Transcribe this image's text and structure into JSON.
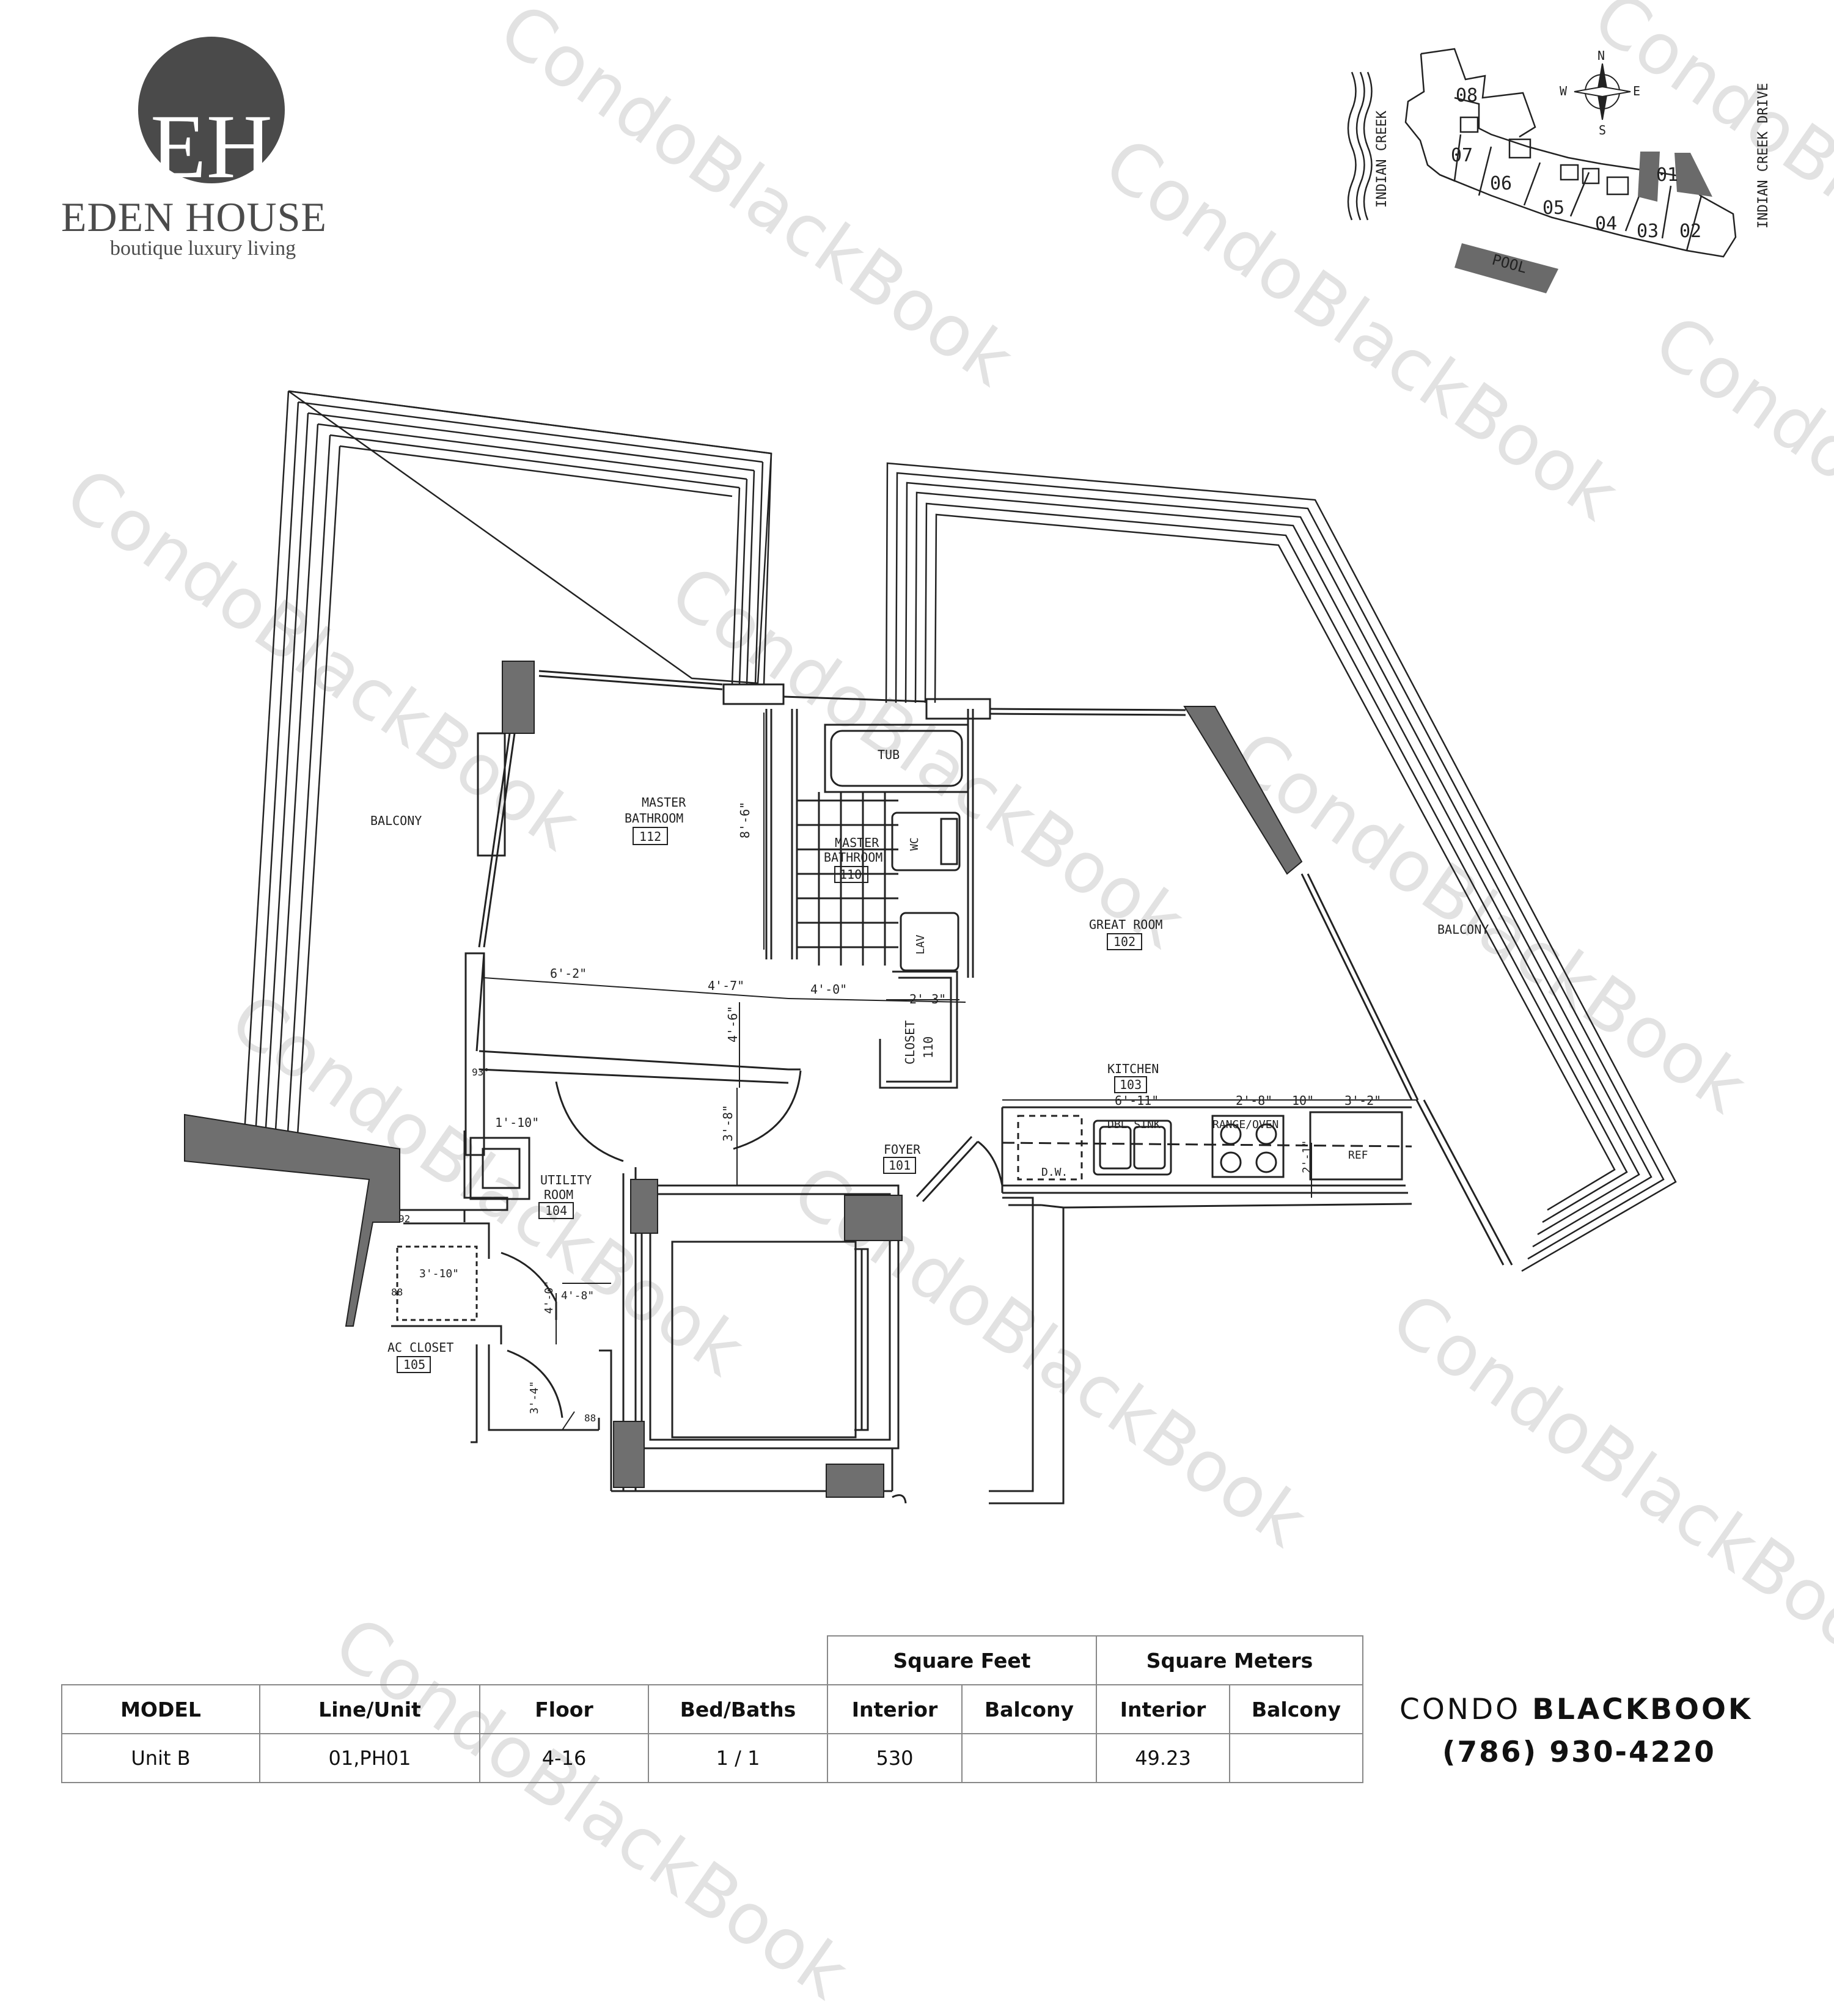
{
  "brand": {
    "monogram": "EH",
    "title": "EDEN HOUSE",
    "subtitle": "boutique luxury living"
  },
  "watermark": "CondoBlackBook",
  "keyplan": {
    "north": "N",
    "south": "S",
    "east": "E",
    "west": "W",
    "units": [
      "08",
      "07",
      "06",
      "05",
      "04",
      "03",
      "02",
      "01"
    ],
    "pool": "POOL",
    "left_street": "INDIAN CREEK",
    "right_street": "INDIAN CREEK DRIVE"
  },
  "rooms": {
    "balcony_left": "BALCONY",
    "balcony_right": "BALCONY",
    "master_bath_112": [
      "MASTER",
      "BATHROOM",
      "112"
    ],
    "master_bath_110": [
      "MASTER",
      "BATHROOM",
      "110"
    ],
    "great_room": [
      "GREAT ROOM",
      "102"
    ],
    "kitchen": [
      "KITCHEN",
      "103"
    ],
    "foyer": [
      "FOYER",
      "101"
    ],
    "utility": [
      "UTILITY",
      "ROOM",
      "104"
    ],
    "ac_closet": [
      "AC CLOSET",
      "105"
    ],
    "closet": [
      "CLOSET",
      "110"
    ],
    "fixtures": {
      "tub": "TUB",
      "wc": "WC",
      "lav": "LAV",
      "dbl_sink": "DBL SINK",
      "range": "RANGE/OVEN",
      "ref": "REF",
      "dw": "D.W."
    }
  },
  "dimensions": {
    "d1": "8'-6\"",
    "d2": "6'-2\"",
    "d3": "4'-7\"",
    "d4": "4'-0\"",
    "d5": "2'-3\"",
    "d6": "4'-6\"",
    "d7": "3'-8\"",
    "d8": "6'-11\"",
    "d9": "2'-8\"",
    "d10": "10\"",
    "d11": "3'-2\"",
    "d12": "2'-1\"",
    "d13": "1'-10\"",
    "d14": "3'-10\"",
    "d15": "4'-0\"",
    "d16": "4'-8\"",
    "d17": "3'-4\"",
    "d18": "93°",
    "d19": "92",
    "d20": "88",
    "d21": "88"
  },
  "spec_table": {
    "group_sqft": "Square Feet",
    "group_sqm": "Square Meters",
    "headers": [
      "MODEL",
      "Line/Unit",
      "Floor",
      "Bed/Baths",
      "Interior",
      "Balcony",
      "Interior",
      "Balcony"
    ],
    "row": [
      "Unit B",
      "01,PH01",
      "4-16",
      "1 / 1",
      "530",
      "",
      "49.23",
      ""
    ]
  },
  "contact": {
    "name_light": "CONDO",
    "name_bold": "BLACKBOOK",
    "phone": "(786) 930-4220"
  },
  "colors": {
    "column_fill": "#6f6f6f",
    "logo_circle": "#4a4a4a",
    "keyplan_highlight": "#6a6a6a"
  }
}
